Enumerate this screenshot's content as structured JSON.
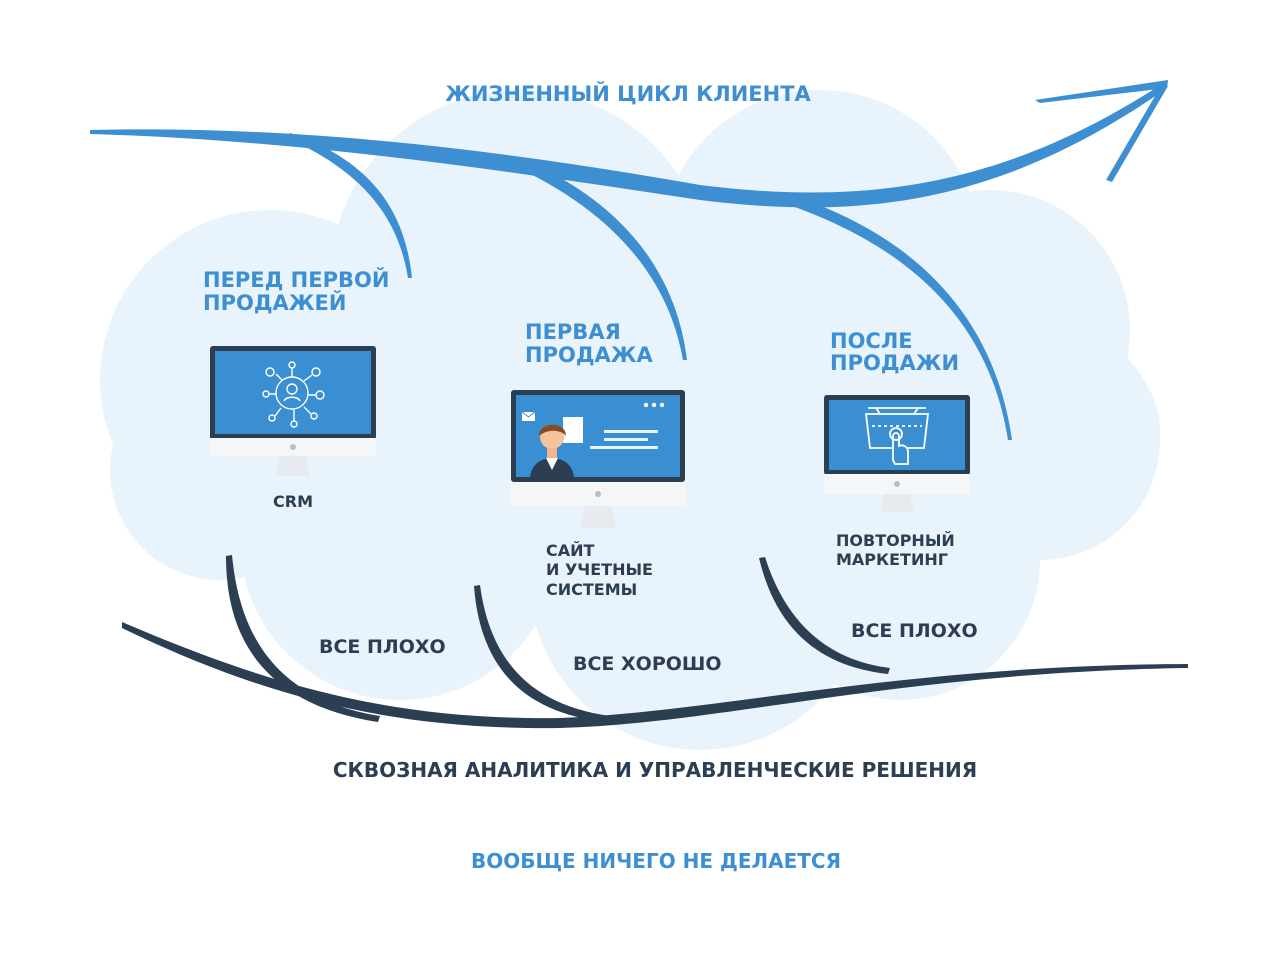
{
  "title": "ЖИЗНЕННЫЙ ЦИКЛ КЛИЕНТА",
  "stages": [
    {
      "heading": [
        "ПЕРЕД ПЕРВОЙ",
        "ПРОДАЖЕЙ"
      ],
      "tool": [
        "CRM"
      ],
      "outcome": "ВСЕ ПЛОХО"
    },
    {
      "heading": [
        "ПЕРВАЯ",
        "ПРОДАЖА"
      ],
      "tool": [
        "САЙТ",
        "И УЧЕТНЫЕ",
        "СИСТЕМЫ"
      ],
      "outcome": "ВСЕ ХОРОШО"
    },
    {
      "heading": [
        "ПОСЛЕ",
        "ПРОДАЖИ"
      ],
      "tool": [
        "ПОВТОРНЫЙ",
        "МАРКЕТИНГ"
      ],
      "outcome": "ВСЕ ПЛОХО"
    }
  ],
  "bottom_line": "СКВОЗНАЯ АНАЛИТИКА И УПРАВЛЕНЧЕСКИЕ РЕШЕНИЯ",
  "footer": "ВООБЩЕ НИЧЕГО НЕ ДЕЛАЕТСЯ",
  "colors": {
    "accent": "#3d8fd1",
    "dark": "#2b3e52",
    "cloud": "#e8f3fb",
    "screen": "#3a8fd3"
  },
  "icons": [
    "crm-network-icon",
    "website-user-icon",
    "shopping-basket-click-icon"
  ]
}
